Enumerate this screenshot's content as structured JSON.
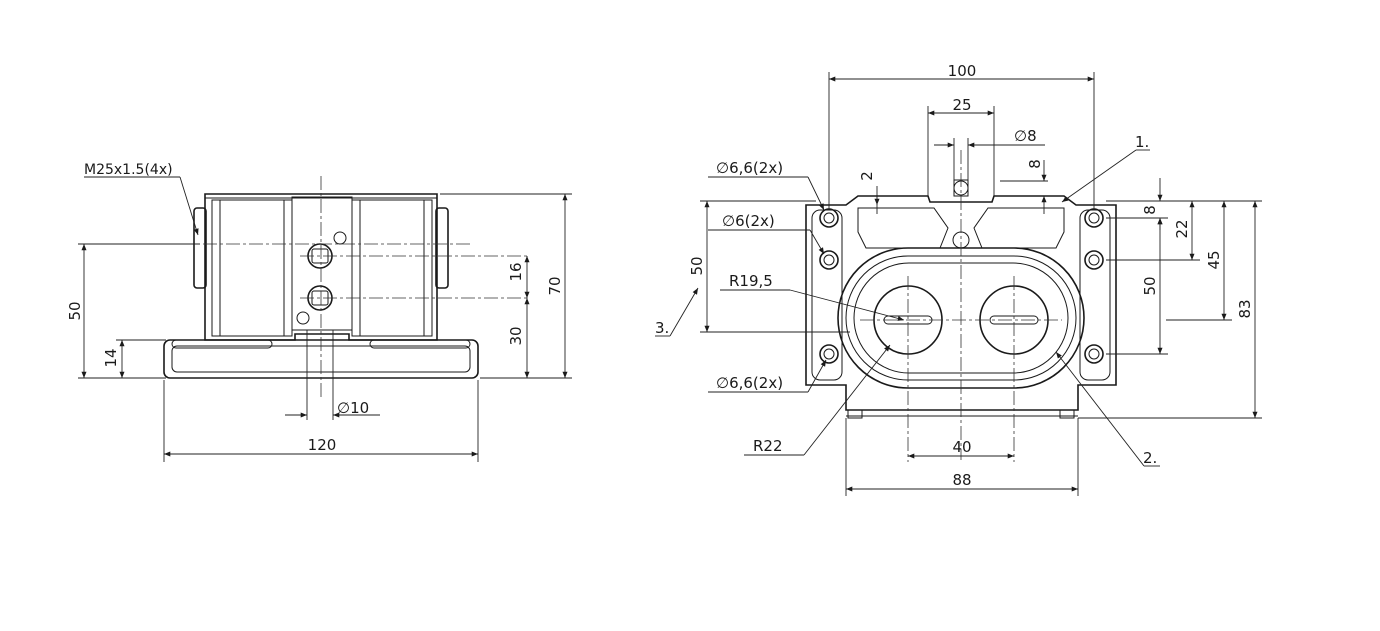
{
  "left_view": {
    "thread_label": "M25x1.5(4x)",
    "dim_height_total": "70",
    "dim_height_mount": "50",
    "dim_base": "14",
    "dim_port_spacing": "16",
    "dim_port_height": "30",
    "dim_width": "120",
    "dim_pin": "10"
  },
  "right_view": {
    "dim_width_top": "100",
    "dim_center_width": "25",
    "dim_pin_dia": "8",
    "dim_pin_height": "8",
    "dim_small_2": "2",
    "dim_right_8": "8",
    "dim_right_22": "22",
    "dim_right_45": "45",
    "dim_right_50": "50",
    "dim_right_83": "83",
    "dim_left_50": "50",
    "hole_top": "6,6(2x)",
    "hole_mid": "6(2x)",
    "hole_bottom": "6,6(2x)",
    "radius_inner": "R19,5",
    "radius_outer": "R22",
    "dim_hole_spacing": "40",
    "dim_base_width": "88",
    "callout_1": "1.",
    "callout_2": "2.",
    "callout_3": "3."
  }
}
